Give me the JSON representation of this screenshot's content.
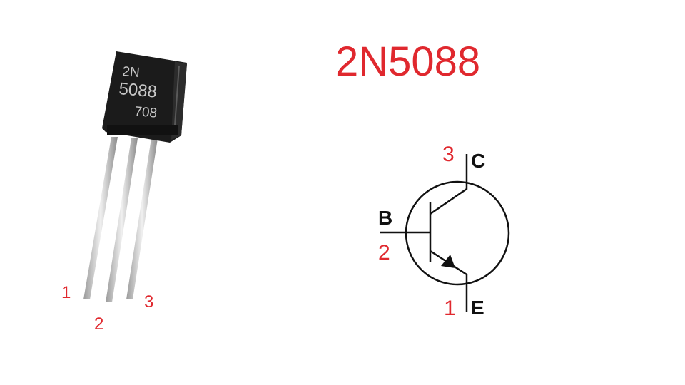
{
  "title": "2N5088",
  "package_marking": {
    "line1": "2N",
    "line2": "5088",
    "line3": "708"
  },
  "photo_pins": [
    "1",
    "2",
    "3"
  ],
  "symbol": {
    "collector": {
      "letter": "C",
      "pin": "3"
    },
    "base": {
      "letter": "B",
      "pin": "2"
    },
    "emitter": {
      "letter": "E",
      "pin": "1"
    }
  },
  "colors": {
    "accent": "#e0282e",
    "line": "#111111",
    "body": "#1a1a1a"
  }
}
